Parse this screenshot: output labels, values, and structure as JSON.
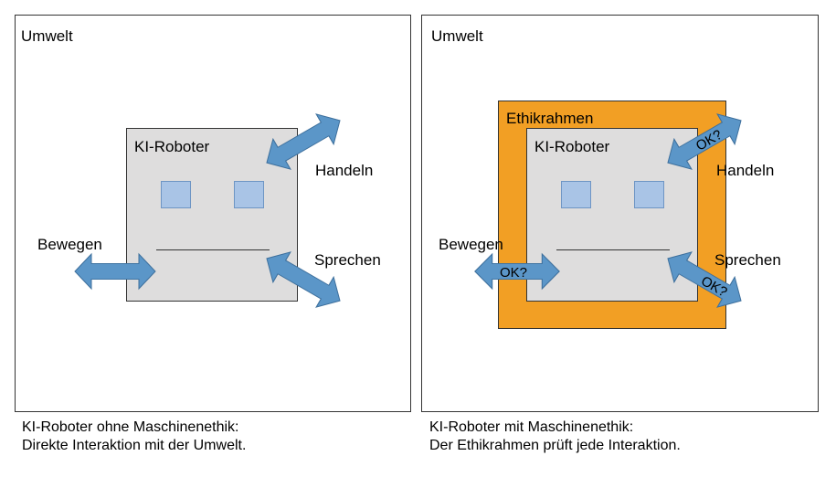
{
  "left": {
    "env_label": "Umwelt",
    "robot_label": "KI-Roboter",
    "actions": {
      "move": "Bewegen",
      "act": "Handeln",
      "speak": "Sprechen"
    },
    "caption": [
      "KI-Roboter ohne Maschinenethik:",
      "Direkte Interaktion mit der Umwelt."
    ]
  },
  "right": {
    "env_label": "Umwelt",
    "frame_label": "Ethikrahmen",
    "robot_label": "KI-Roboter",
    "actions": {
      "move": "Bewegen",
      "act": "Handeln",
      "speak": "Sprechen"
    },
    "checks": {
      "move": "OK?",
      "act": "OK?",
      "speak": "OK?"
    },
    "caption": [
      "KI-Roboter mit Maschinenethik:",
      "Der Ethikrahmen prüft jede Interaktion."
    ]
  },
  "colors": {
    "robot_fill": "#dedddd",
    "frame_fill": "#f29f24",
    "arrow_fill": "#5b96c8",
    "eye_fill": "#a9c4e6"
  }
}
